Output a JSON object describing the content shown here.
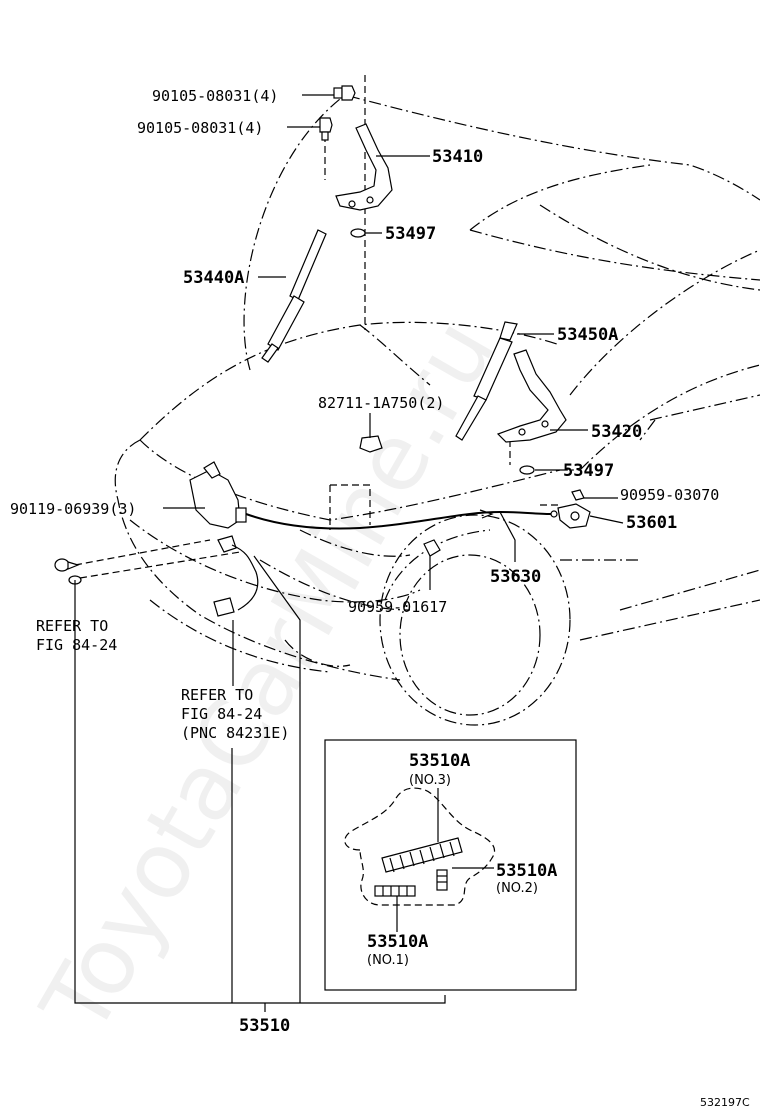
{
  "watermark": "ToyotaCarMine.ru",
  "callouts": {
    "bolt_upper": "90105-08031(4)",
    "bolt_lower": "90105-08031(4)",
    "hinge": "53410",
    "washer_top": "53497",
    "stay_left": "53440A",
    "stay_right": "53450A",
    "clip_827": "82711-1A750(2)",
    "hinge_right": "53420",
    "washer_right": "53497",
    "clamp_right": "90959-03070",
    "handle": "53601",
    "screw_left": "90119-06939(3)",
    "cable": "53630",
    "clamp_center": "90959-01617",
    "assembly": "53510"
  },
  "refs": {
    "left_line1": "REFER TO",
    "left_line2": "FIG 84-24",
    "center_line1": "REFER TO",
    "center_line2": "FIG 84-24",
    "center_line3": "(PNC 84231E)"
  },
  "inset": {
    "part_top": "53510A",
    "part_top_sub": "(NO.3)",
    "part_right": "53510A",
    "part_right_sub": "(NO.2)",
    "part_bottom": "53510A",
    "part_bottom_sub": "(NO.1)"
  },
  "footer_code": "532197C"
}
